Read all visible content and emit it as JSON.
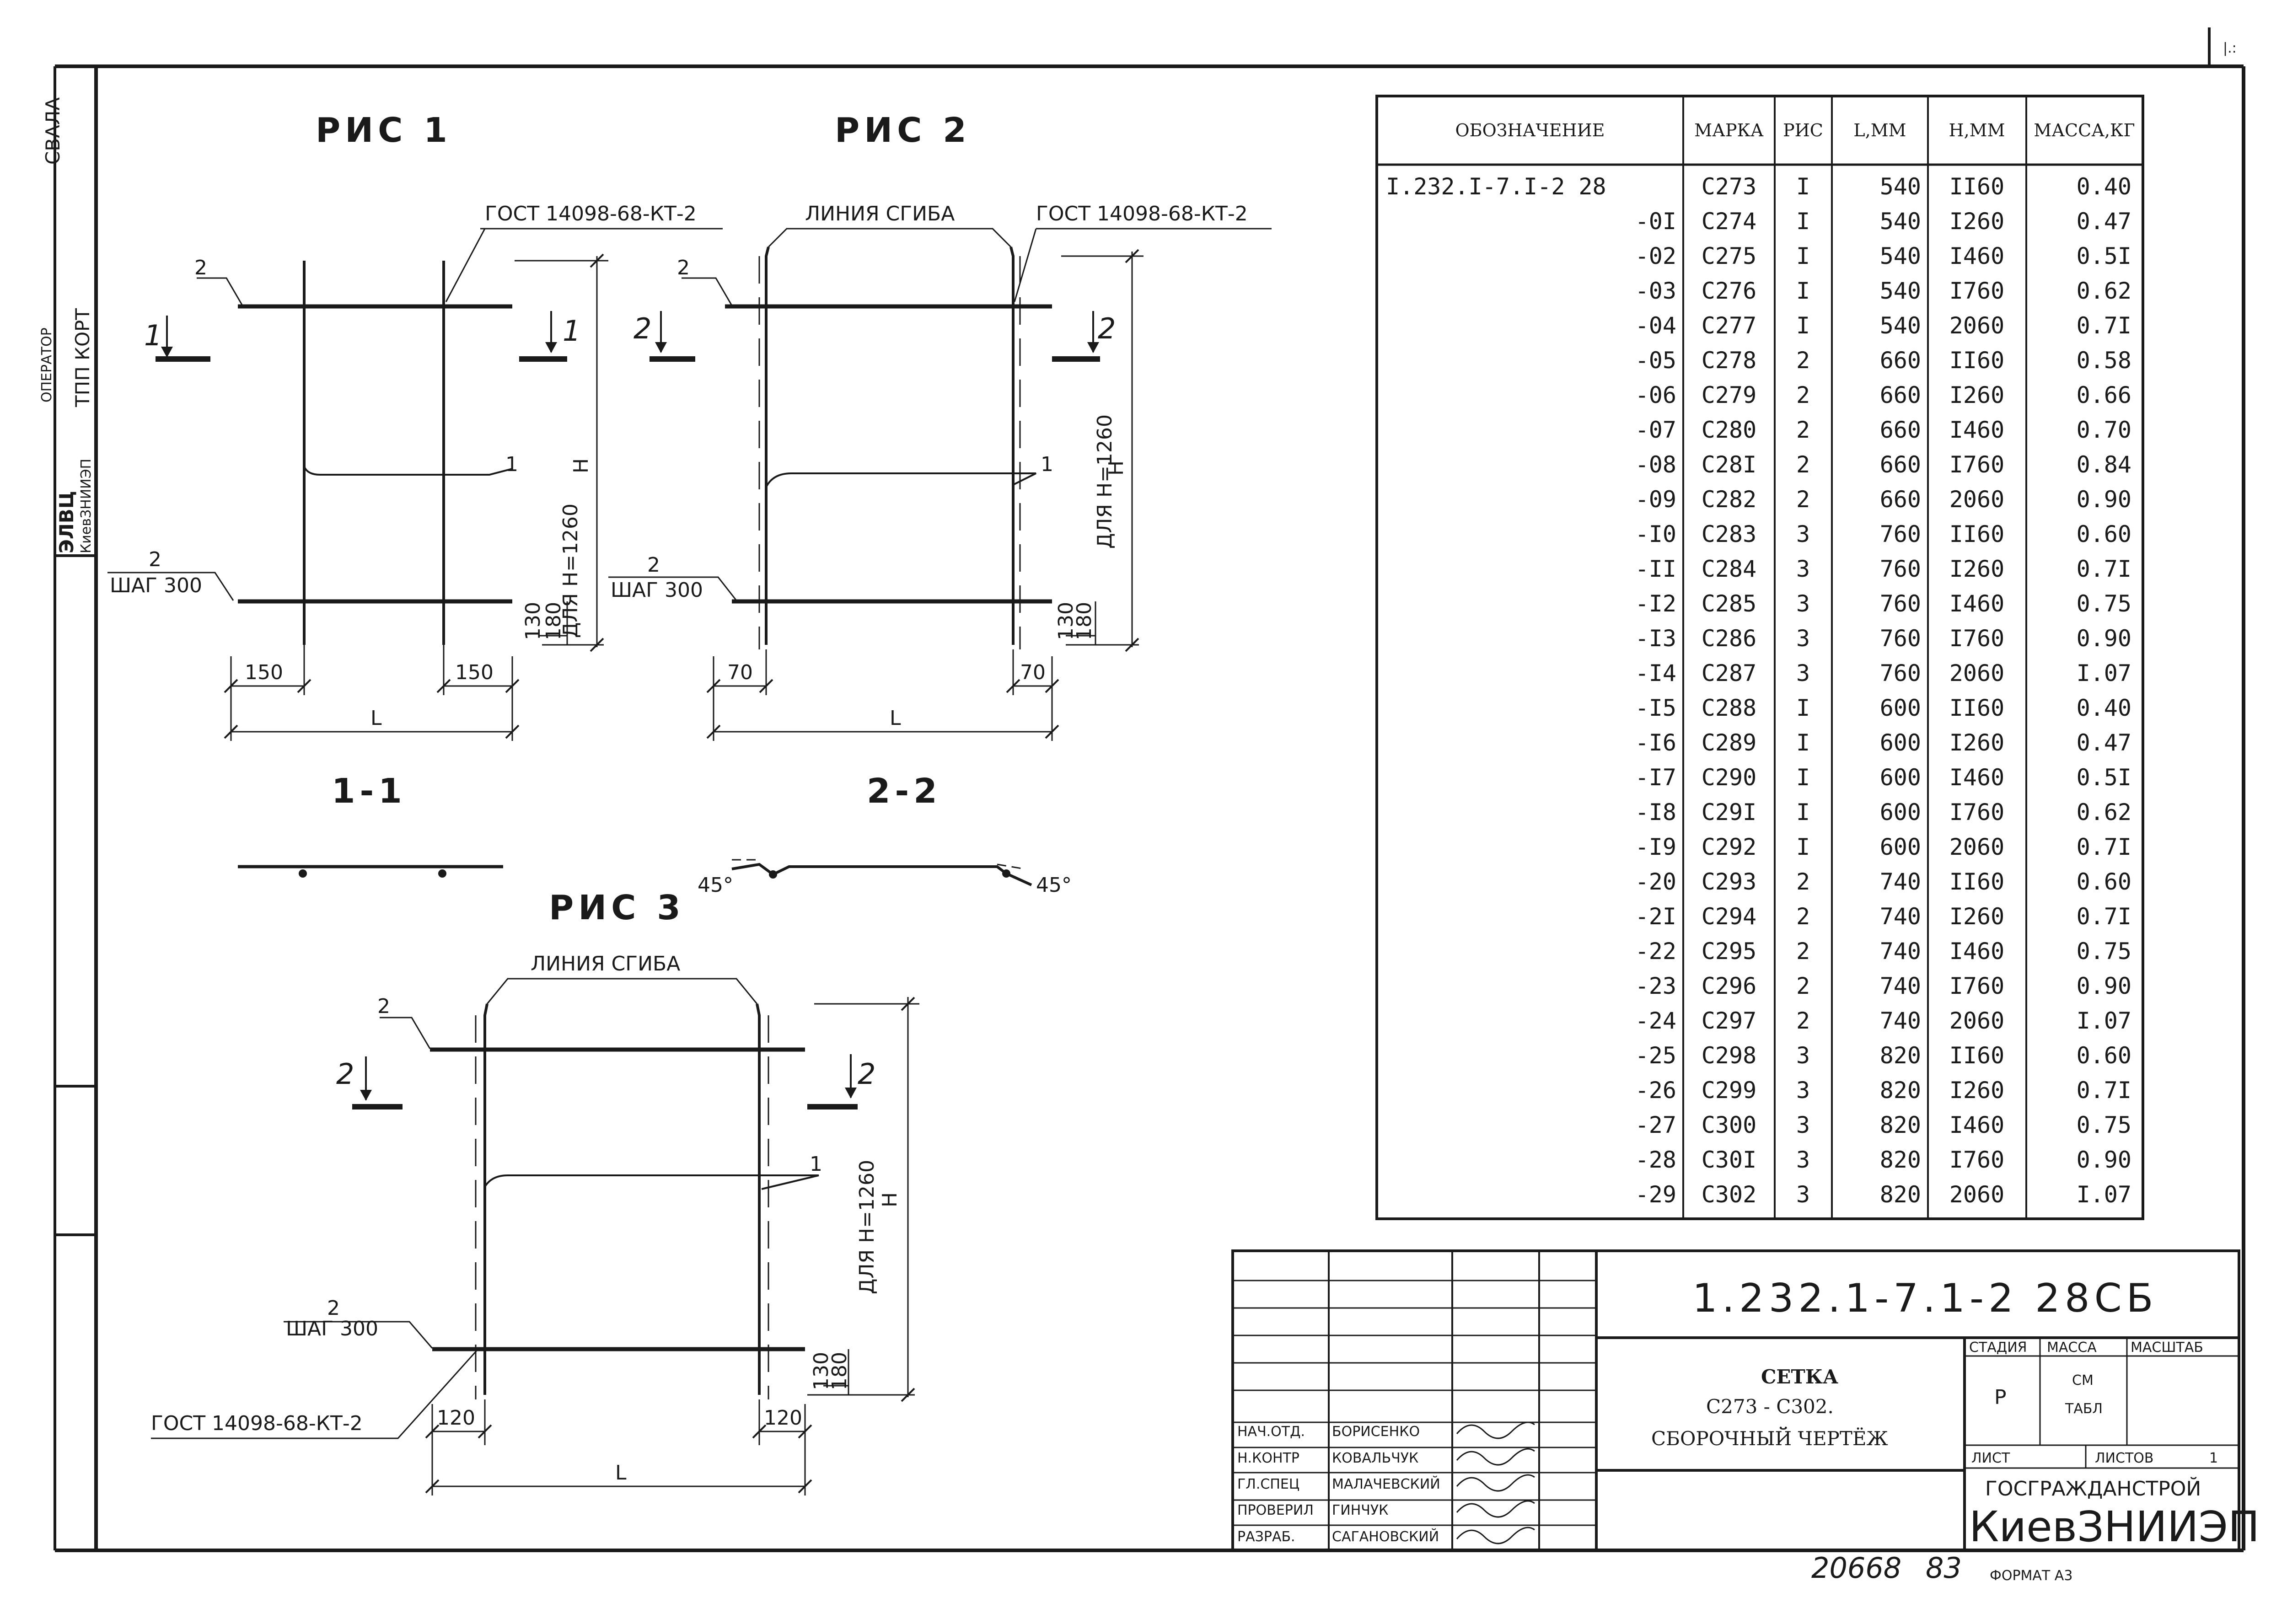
{
  "stamps": {
    "top_right": "|.:",
    "bottom_number": "20668",
    "bottom_page": "83",
    "format": "ФОРМАТ А3"
  },
  "side_stamp": {
    "line1": "ОПЕРАТОР",
    "line2": "ТПП КОРТ",
    "line3": "ЭЛВЦ",
    "line4": "КиевЗНИИЭП",
    "top": "СВАЛА"
  },
  "figures": {
    "fig1": {
      "title": "РИС 1",
      "gost": "ГОСТ 14098-68-КТ-2",
      "pos_top": "2",
      "pos_mid": "1",
      "pos_bot": "2",
      "step": "ШАГ 300",
      "cut": "1",
      "dim_left": "150",
      "dim_right": "150",
      "dim_L": "L",
      "dim_H": "Н",
      "dim_180": "180",
      "dim_130": "130",
      "dim_note": "ДЛЯ Н=1260",
      "section_label": "1-1"
    },
    "fig2": {
      "title": "РИС 2",
      "bend": "ЛИНИЯ СГИБА",
      "gost": "ГОСТ 14098-68-КТ-2",
      "pos_top": "2",
      "pos_mid": "1",
      "pos_bot": "2",
      "step": "ШАГ 300",
      "cut": "2",
      "dim_left": "70",
      "dim_right": "70",
      "dim_L": "L",
      "dim_H": "Н",
      "dim_180": "180",
      "dim_130": "130",
      "dim_note": "ДЛЯ Н=1260",
      "section_label": "2-2",
      "angle_left": "45°",
      "angle_right": "45°"
    },
    "fig3": {
      "title": "РИС 3",
      "bend": "ЛИНИЯ СГИБА",
      "gost": "ГОСТ 14098-68-КТ-2",
      "pos_top": "2",
      "pos_mid": "1",
      "pos_bot": "2",
      "step": "ШАГ 300",
      "cut": "2",
      "dim_left": "120",
      "dim_right": "120",
      "dim_L": "L",
      "dim_H": "Н",
      "dim_180": "180",
      "dim_130": "130",
      "dim_note": "ДЛЯ Н=1260"
    }
  },
  "table": {
    "headers": [
      "ОБОЗНАЧЕНИЕ",
      "МАРКА",
      "РИС",
      "L,ММ",
      "Н,ММ",
      "МАССА,КГ"
    ],
    "rows": [
      [
        "I.232.I-7.I-2 28",
        "С273",
        "I",
        "540",
        "II60",
        "0.40"
      ],
      [
        "-0I",
        "С274",
        "I",
        "540",
        "I260",
        "0.47"
      ],
      [
        "-02",
        "С275",
        "I",
        "540",
        "I460",
        "0.5I"
      ],
      [
        "-03",
        "С276",
        "I",
        "540",
        "I760",
        "0.62"
      ],
      [
        "-04",
        "С277",
        "I",
        "540",
        "2060",
        "0.7I"
      ],
      [
        "-05",
        "С278",
        "2",
        "660",
        "II60",
        "0.58"
      ],
      [
        "-06",
        "С279",
        "2",
        "660",
        "I260",
        "0.66"
      ],
      [
        "-07",
        "С280",
        "2",
        "660",
        "I460",
        "0.70"
      ],
      [
        "-08",
        "С28I",
        "2",
        "660",
        "I760",
        "0.84"
      ],
      [
        "-09",
        "С282",
        "2",
        "660",
        "2060",
        "0.90"
      ],
      [
        "-I0",
        "С283",
        "3",
        "760",
        "II60",
        "0.60"
      ],
      [
        "-II",
        "С284",
        "3",
        "760",
        "I260",
        "0.7I"
      ],
      [
        "-I2",
        "С285",
        "3",
        "760",
        "I460",
        "0.75"
      ],
      [
        "-I3",
        "С286",
        "3",
        "760",
        "I760",
        "0.90"
      ],
      [
        "-I4",
        "С287",
        "3",
        "760",
        "2060",
        "I.07"
      ],
      [
        "-I5",
        "С288",
        "I",
        "600",
        "II60",
        "0.40"
      ],
      [
        "-I6",
        "С289",
        "I",
        "600",
        "I260",
        "0.47"
      ],
      [
        "-I7",
        "С290",
        "I",
        "600",
        "I460",
        "0.5I"
      ],
      [
        "-I8",
        "С29I",
        "I",
        "600",
        "I760",
        "0.62"
      ],
      [
        "-I9",
        "С292",
        "I",
        "600",
        "2060",
        "0.7I"
      ],
      [
        "-20",
        "С293",
        "2",
        "740",
        "II60",
        "0.60"
      ],
      [
        "-2I",
        "С294",
        "2",
        "740",
        "I260",
        "0.7I"
      ],
      [
        "-22",
        "С295",
        "2",
        "740",
        "I460",
        "0.75"
      ],
      [
        "-23",
        "С296",
        "2",
        "740",
        "I760",
        "0.90"
      ],
      [
        "-24",
        "С297",
        "2",
        "740",
        "2060",
        "I.07"
      ],
      [
        "-25",
        "С298",
        "3",
        "820",
        "II60",
        "0.60"
      ],
      [
        "-26",
        "С299",
        "3",
        "820",
        "I260",
        "0.7I"
      ],
      [
        "-27",
        "С300",
        "3",
        "820",
        "I460",
        "0.75"
      ],
      [
        "-28",
        "С30I",
        "3",
        "820",
        "I760",
        "0.90"
      ],
      [
        "-29",
        "С302",
        "3",
        "820",
        "2060",
        "I.07"
      ]
    ]
  },
  "title_block": {
    "code": "1.232.1-7.1-2 28СБ",
    "name1": "СЕТКА",
    "name2": "С273 - С302.",
    "name3": "СБОРОЧНЫЙ ЧЕРТЁЖ",
    "stage_label": "СТАДИЯ",
    "mass_label": "МАССА",
    "scale_label": "МАСШТАБ",
    "stage": "Р",
    "mass1": "СМ",
    "mass2": "ТАБЛ",
    "sheet_label": "ЛИСТ",
    "sheets_label": "ЛИСТОВ",
    "sheets": "1",
    "org1": "ГОСГРАЖДАНСТРОЙ",
    "org2": "КиевЗНИИЭП",
    "staff": [
      {
        "role": "НАЧ.ОТД.",
        "name": "БОРИСЕНКО"
      },
      {
        "role": "Н.КОНТР",
        "name": "КОВАЛЬЧУК"
      },
      {
        "role": "ГЛ.СПЕЦ",
        "name": "МАЛАЧЕВСКИЙ"
      },
      {
        "role": "ПРОВЕРИЛ",
        "name": "ГИНЧУК"
      },
      {
        "role": "РАЗРАБ.",
        "name": "САГАНОВСКИЙ"
      }
    ]
  }
}
